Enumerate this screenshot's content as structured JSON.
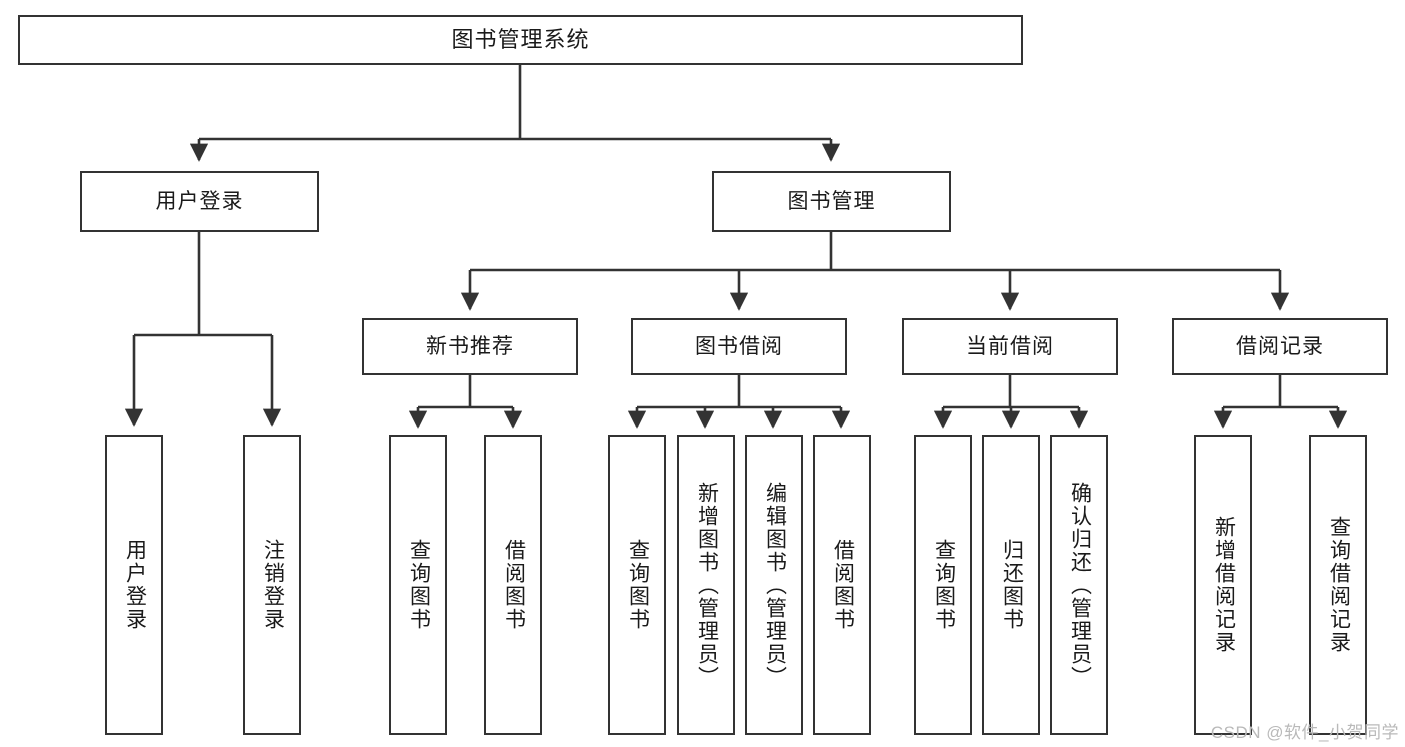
{
  "diagram": {
    "title": "图书管理系统",
    "root": {
      "label": "图书管理系统"
    },
    "level1": [
      {
        "label": "用户登录"
      },
      {
        "label": "图书管理"
      }
    ],
    "level2": [
      {
        "label": "新书推荐"
      },
      {
        "label": "图书借阅"
      },
      {
        "label": "当前借阅"
      },
      {
        "label": "借阅记录"
      }
    ],
    "leaves": {
      "user_login": [
        {
          "label": "用户登录"
        },
        {
          "label": "注销登录"
        }
      ],
      "new_book_recommend": [
        {
          "label": "查询图书"
        },
        {
          "label": "借阅图书"
        }
      ],
      "book_borrow": [
        {
          "label": "查询图书"
        },
        {
          "label": "新增图书（管理员）"
        },
        {
          "label": "编辑图书（管理员）"
        },
        {
          "label": "借阅图书"
        }
      ],
      "current_borrow": [
        {
          "label": "查询图书"
        },
        {
          "label": "归还图书"
        },
        {
          "label": "确认归还（管理员）"
        }
      ],
      "borrow_record": [
        {
          "label": "新增借阅记录"
        },
        {
          "label": "查询借阅记录"
        }
      ]
    },
    "watermark": "CSDN @软件_小贺同学",
    "colors": {
      "box_border": "#333333",
      "box_fill": "#ffffff",
      "line": "#333333",
      "text": "#1a1a1a",
      "watermark": "#b9b9b9",
      "background": "#ffffff"
    }
  }
}
